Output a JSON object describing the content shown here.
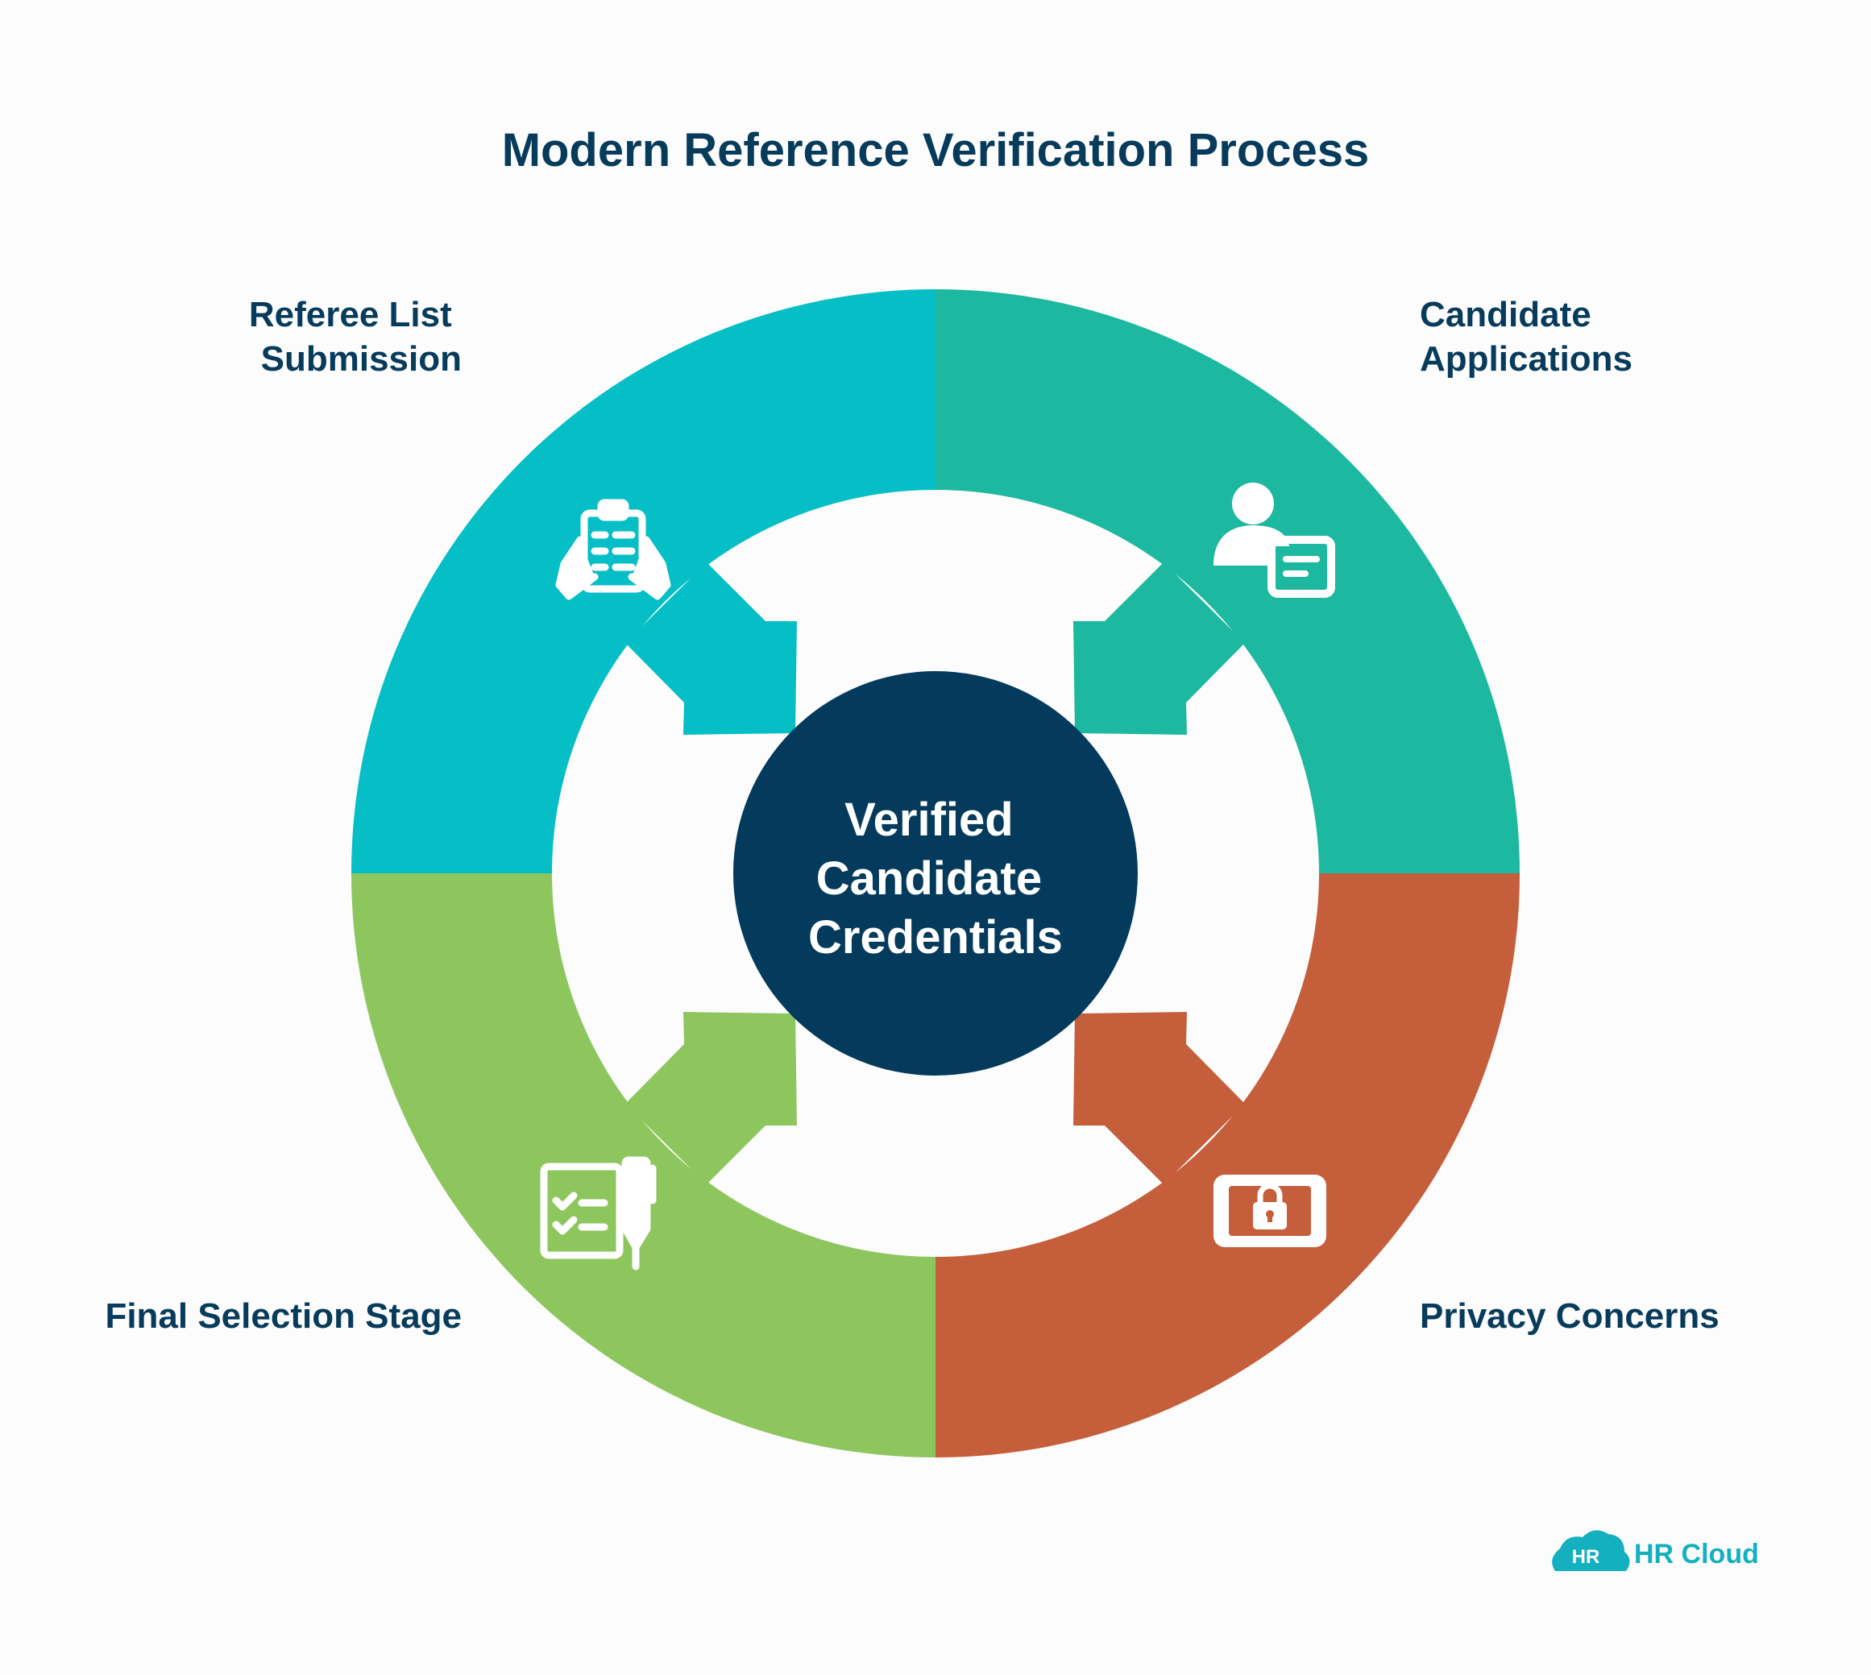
{
  "title": "Modern Reference Verification Process",
  "center": {
    "lines": [
      "Verified",
      "Candidate",
      "Credentials"
    ],
    "color": "#043b5c"
  },
  "quadrants": {
    "top_left": {
      "label_lines": [
        "Referee List",
        "Submission"
      ],
      "color": "#05bec6",
      "icon": "clipboard-hands-icon"
    },
    "top_right": {
      "label_lines": [
        "Candidate",
        "Applications"
      ],
      "color": "#1cb89f",
      "icon": "person-document-icon"
    },
    "bottom_right": {
      "label_lines": [
        "Privacy Concerns"
      ],
      "color": "#c55e3b",
      "icon": "lock-screen-icon"
    },
    "bottom_left": {
      "label_lines": [
        "Final Selection Stage"
      ],
      "color": "#8ec65e",
      "icon": "checklist-pen-icon"
    }
  },
  "logo": {
    "badge": "HR",
    "text": "HR Cloud",
    "color": "#14b0c0"
  },
  "colors": {
    "background": "#fcfcfc",
    "text": "#073b5c",
    "white": "#ffffff"
  }
}
